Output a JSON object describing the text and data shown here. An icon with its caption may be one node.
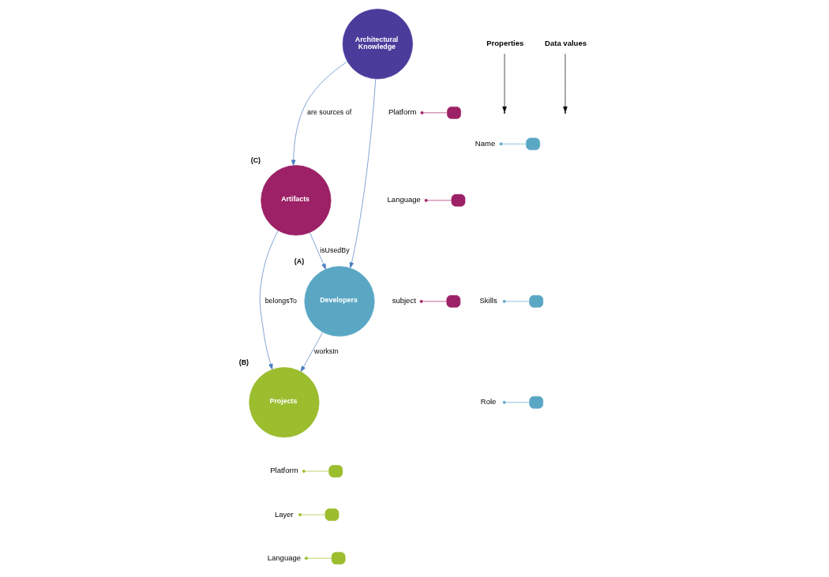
{
  "diagram": {
    "nodes": [
      {
        "text": [
          "Architectural Knowledge"
        ]
      },
      {
        "text": [
          "Artifacts"
        ],
        "beside": [
          "(C)"
        ]
      },
      {
        "text": [
          "Developers"
        ],
        "beside": [
          "(A)"
        ]
      },
      {
        "text": [
          "Projects"
        ],
        "beside": [
          "(B)"
        ]
      },
      {
        "text": [
          "Platform"
        ]
      },
      {
        "text": [],
        "shape": "box"
      },
      {
        "text": [
          "Language"
        ]
      },
      {
        "text": [],
        "shape": "box"
      },
      {
        "text": [
          "subject"
        ]
      },
      {
        "text": [],
        "shape": "box"
      },
      {
        "text": [
          "Name"
        ]
      },
      {
        "text": [],
        "shape": "box"
      },
      {
        "text": [
          "Skills"
        ]
      },
      {
        "text": [],
        "shape": "box"
      },
      {
        "text": [
          "Role"
        ]
      },
      {
        "text": [],
        "shape": "box"
      },
      {
        "text": [
          "Platform"
        ]
      },
      {
        "text": [],
        "shape": "box"
      },
      {
        "text": [
          "Layer"
        ]
      },
      {
        "text": [],
        "shape": "box"
      },
      {
        "text": [
          "Language"
        ]
      },
      {
        "text": [],
        "shape": "box"
      },
      {
        "text": [
          "Properties"
        ]
      },
      {
        "text": [
          "Data values"
        ]
      }
    ],
    "edges": [
      {
        "from": 0,
        "to": 1,
        "arrow": "to",
        "label": "are sources of",
        "color": "#4a7cc0"
      },
      {
        "from": 0,
        "to": 2,
        "arrow": "to",
        "color": "#4a7cc0"
      },
      {
        "from": 1,
        "to": 2,
        "arrow": "to",
        "label": "isUsedBy",
        "color": "#4a7cc0"
      },
      {
        "from": 1,
        "to": 3,
        "arrow": "to",
        "label": "belongsTo",
        "color": "#4a7cc0"
      },
      {
        "from": 2,
        "to": 3,
        "arrow": "to",
        "label": "worksIn",
        "color": "#4a7cc0"
      },
      {
        "from": 4,
        "to": 5,
        "arrow": "other",
        "color": "#9c2166"
      },
      {
        "from": 6,
        "to": 7,
        "arrow": "other",
        "color": "#9c2166"
      },
      {
        "from": 8,
        "to": 9,
        "arrow": "other",
        "color": "#9c2166"
      },
      {
        "from": 10,
        "to": 11,
        "arrow": "other",
        "color": "#5aa7c4"
      },
      {
        "from": 12,
        "to": 13,
        "arrow": "other",
        "color": "#5aa7c4"
      },
      {
        "from": 14,
        "to": 15,
        "arrow": "other",
        "color": "#5aa7c4"
      },
      {
        "from": 16,
        "to": 17,
        "arrow": "other",
        "color": "#9bbd2e"
      },
      {
        "from": 18,
        "to": 19,
        "arrow": "other",
        "color": "#9bbd2e"
      },
      {
        "from": 20,
        "to": 21,
        "arrow": "other",
        "color": "#9bbd2e"
      },
      {
        "from": 22,
        "to": null,
        "arrow": "to",
        "color": "#000000"
      },
      {
        "from": 23,
        "to": null,
        "arrow": "to",
        "color": "#000000"
      }
    ]
  }
}
